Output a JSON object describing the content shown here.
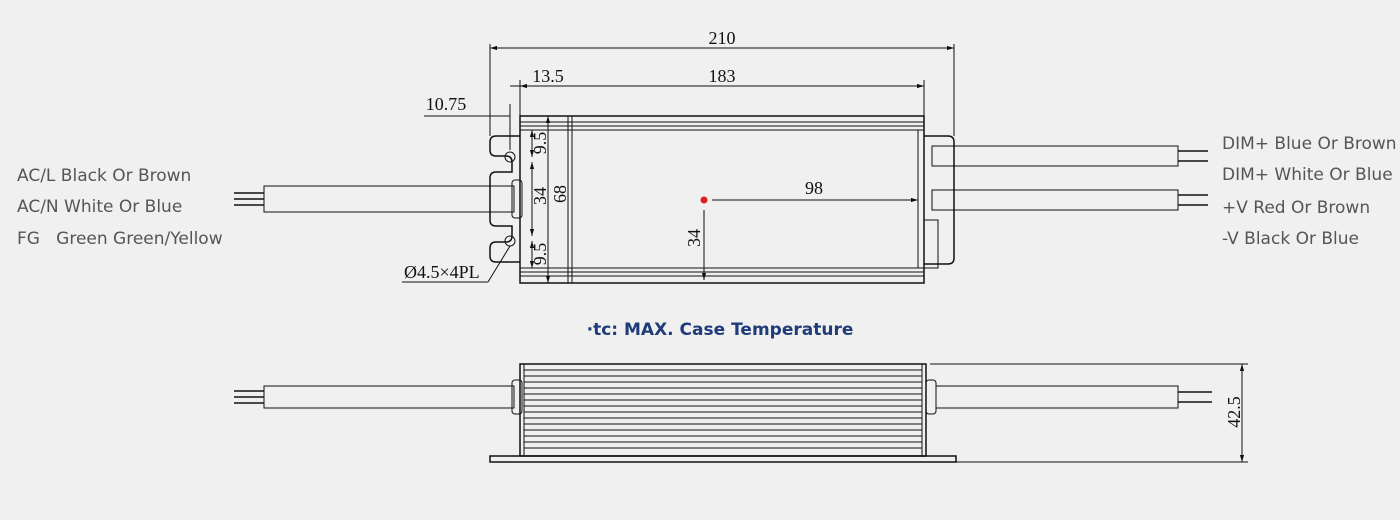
{
  "dimensions": {
    "overall_length": "210",
    "body_length": "183",
    "end_offset": "13.5",
    "hole_offset": "10.75",
    "hole_spacing_top": "9.5",
    "hole_spacing_mid": "34",
    "hole_spacing_bottom": "9.5",
    "body_width": "68",
    "tc_x": "98",
    "tc_y": "34",
    "height": "42.5",
    "mount_hole": "Ø4.5×4PL"
  },
  "input_wires": [
    "AC/L Black Or Brown",
    "AC/N White Or Blue",
    "FG   Green Green/Yellow"
  ],
  "output_wires": [
    "DIM+ Blue Or Brown",
    "DIM+ White Or Blue",
    "+V Red Or Brown",
    "-V Black Or Blue"
  ],
  "note": "·tc: MAX. Case Temperature",
  "colors": {
    "note": "#1f3c78",
    "tc_point": "#e02020",
    "label": "#555555"
  }
}
